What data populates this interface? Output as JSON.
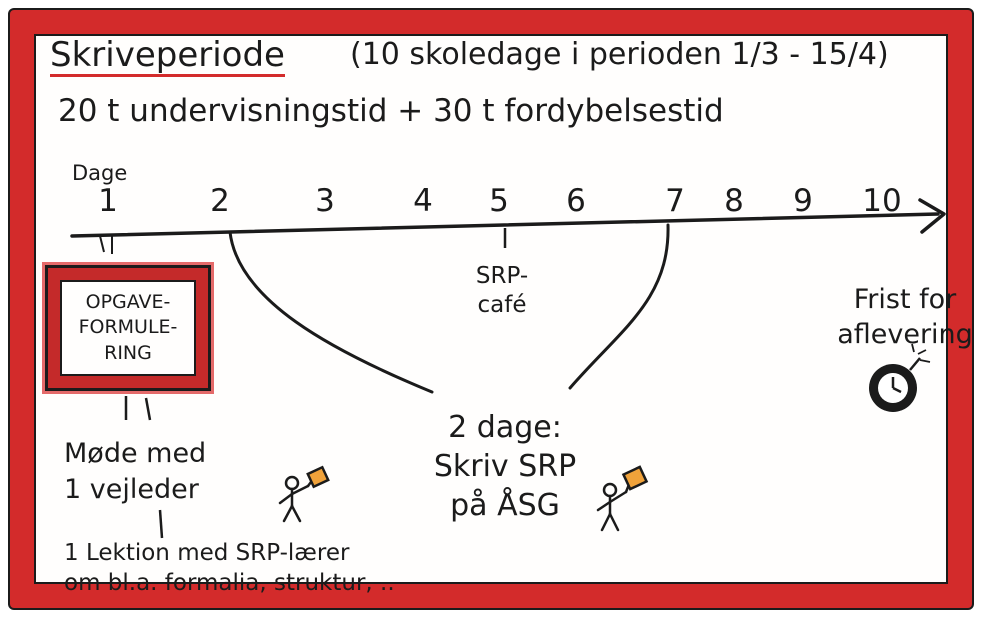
{
  "title": "Skriveperiode",
  "subtitle": "(10 skoledage i perioden 1/3 - 15/4)",
  "hours": "20 t undervisningstid  + 30 t fordybelsestid",
  "timeline": {
    "axis_label": "Dage",
    "days": [
      "1",
      "2",
      "3",
      "4",
      "5",
      "6",
      "7",
      "8",
      "9",
      "10"
    ]
  },
  "task_box": {
    "lines": [
      "OPGAVE-",
      "FORMULE-",
      "RING"
    ]
  },
  "srp_cafe": {
    "lines": [
      "SRP-",
      "café"
    ]
  },
  "meeting": {
    "lines": [
      "Møde med",
      "1 vejleder"
    ]
  },
  "lesson": {
    "lines": [
      "1 Lektion med SRP-lærer",
      "om bl.a. formalia, struktur, .."
    ]
  },
  "writing_days": {
    "lines": [
      "2 dage:",
      "Skriv SRP",
      "på ÅSG"
    ]
  },
  "deadline": {
    "lines": [
      "Frist for",
      "aflevering"
    ]
  },
  "colors": {
    "frame": "#d32b2b",
    "ink": "#1b1b1b",
    "flag": "#f0a23a"
  },
  "icons": [
    "stick-figure-icon",
    "clock-bomb-icon"
  ]
}
